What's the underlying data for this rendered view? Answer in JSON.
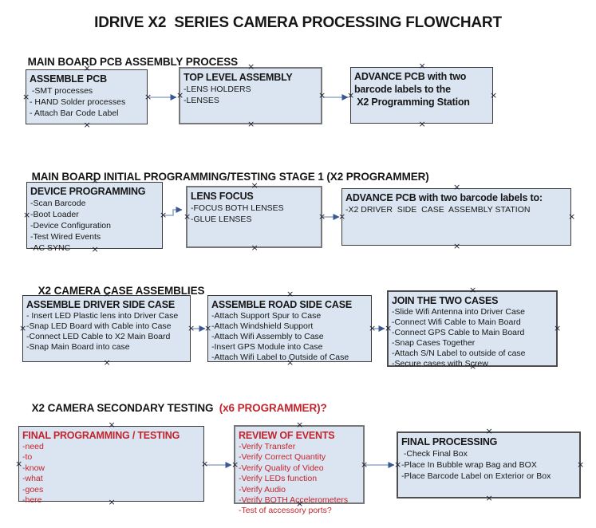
{
  "page": {
    "title": "IDRIVE X2  SERIES CAMERA PROCESSING FLOWCHART"
  },
  "colors": {
    "text": "#161616",
    "red_text": "#c4232b",
    "box_fill": "#dbe5f1",
    "arrow_shaft": "#92a9c8",
    "arrow_head": "#3a5792",
    "handle": "#1c1c30"
  },
  "icons": {
    "selection_handle": "×"
  },
  "sections": [
    {
      "heading": "MAIN BOARD PCB ASSEMBLY PROCESS",
      "boxes": [
        {
          "title": "ASSEMBLE PCB",
          "items": [
            " -SMT processes",
            "- HAND Solder processes",
            "- Attach Bar Code Label"
          ]
        },
        {
          "title": "TOP LEVEL ASSEMBLY",
          "items": [
            "-LENS HOLDERS",
            "-LENSES"
          ]
        },
        {
          "title": "ADVANCE PCB with two\nbarcode labels to the\n X2 Programming Station",
          "items": []
        }
      ]
    },
    {
      "heading": "MAIN BOARD INITIAL PROGRAMMING/TESTING STAGE 1 (X2 PROGRAMMER)",
      "boxes": [
        {
          "title": "DEVICE PROGRAMMING",
          "items": [
            "-Scan Barcode",
            "-Boot Loader",
            "-Device Configuration",
            "-Test Wired Events",
            "-AC SYNC"
          ]
        },
        {
          "title": "LENS FOCUS",
          "items": [
            "-FOCUS BOTH LENSES",
            "-GLUE LENSES"
          ]
        },
        {
          "title": "ADVANCE PCB with two barcode labels to:",
          "items": [
            "-X2 DRIVER  SIDE  CASE  ASSEMBLY STATION"
          ]
        }
      ]
    },
    {
      "heading": "X2 CAMERA CASE ASSEMBLIES",
      "boxes": [
        {
          "title": "ASSEMBLE DRIVER SIDE CASE",
          "items": [
            "- Insert LED Plastic lens into Driver Case",
            "-Snap LED Board with Cable into Case",
            "-Connect LED Cable to X2 Main Board",
            "-Snap Main Board into case"
          ]
        },
        {
          "title": "ASSEMBLE ROAD SIDE CASE",
          "items": [
            "-Attach Support Spur to Case",
            "-Attach Windshield Support",
            "-Attach Wifi Assembly to Case",
            "-Insert GPS Module into Case",
            "-Attach Wifi Label to Outside of Case"
          ]
        },
        {
          "title": "JOIN THE TWO CASES",
          "items": [
            "-Slide Wifi Antenna into Driver Case",
            "-Connect Wifi Cable to Main Board",
            "-Connect GPS Cable to Main Board",
            "-Snap Cases Together",
            "-Attach S/N Label to outside of case",
            "-Secure cases with Screw"
          ]
        }
      ]
    },
    {
      "heading": "X2 CAMERA SECONDARY TESTING  ",
      "heading_red": "(x6 PROGRAMMER)?",
      "boxes": [
        {
          "title": "FINAL PROGRAMMING / TESTING",
          "items": [
            "-need",
            "-to",
            "-know",
            "-what",
            "-goes",
            "-here"
          ]
        },
        {
          "title": "REVIEW OF EVENTS",
          "items": [
            "-Verify Transfer",
            "-Verify Correct Quantity",
            "-Verify Quality of Video",
            "-Verify LEDs function",
            "-Verify Audio",
            "-Verify BOTH Accelerometers",
            "-Test of accessory ports?"
          ]
        },
        {
          "title": "FINAL PROCESSING",
          "items": [
            " -Check Final Box",
            "-Place In Bubble wrap Bag and BOX",
            "-Place Barcode Label on Exterior or Box"
          ]
        }
      ]
    }
  ]
}
